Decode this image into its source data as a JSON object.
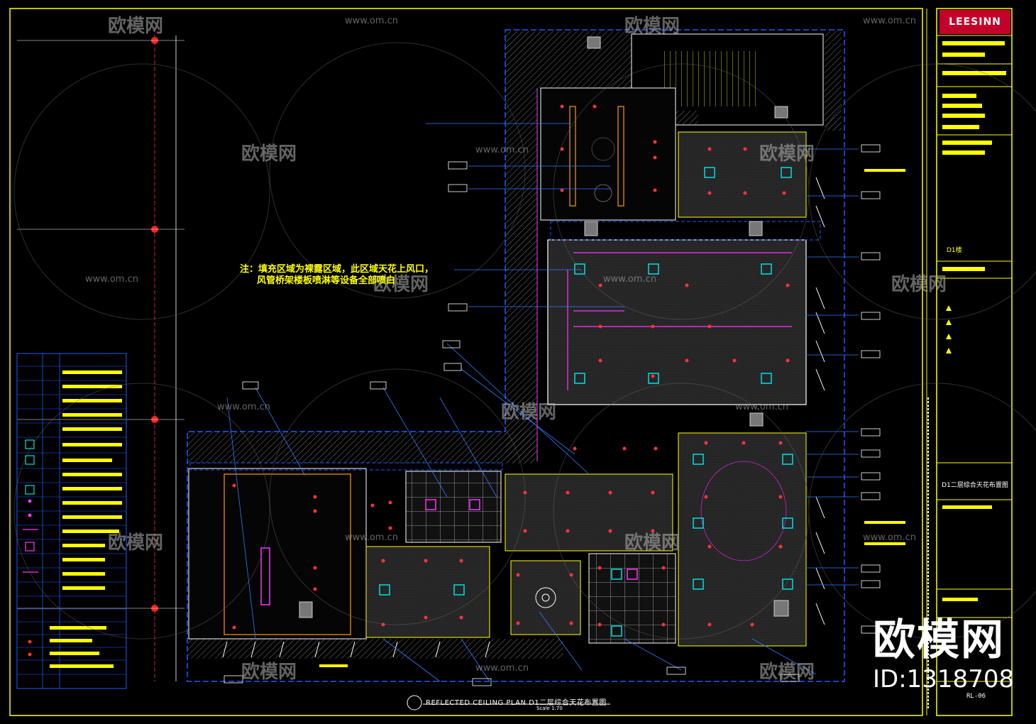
{
  "drawing": {
    "note_line1": "注：填充区域为裸露区域，此区域天花上风口，",
    "note_line2": "风管桥架楼板喷淋等设备全部喷白",
    "plan_title": "REFLECTED CEILING PLAN    D1二层综合天花布置图",
    "plan_scale": "Scale 1:70"
  },
  "title_block": {
    "logo": "LEESINN",
    "floor": "D1楼",
    "sheet_title": "D1二层综合天花布置图",
    "sheet_no": "RL-06"
  },
  "watermark": {
    "brand": "欧模网",
    "id": "ID:1318708",
    "site": "www.om.cn"
  },
  "colors": {
    "frame": "#ffff00",
    "wall": "#ffffff",
    "ceiling": "#2a2a2a",
    "duct": "#1a5cff",
    "light": "#ff3333",
    "accent": "#ff33ff",
    "cyan": "#00e0e0"
  }
}
